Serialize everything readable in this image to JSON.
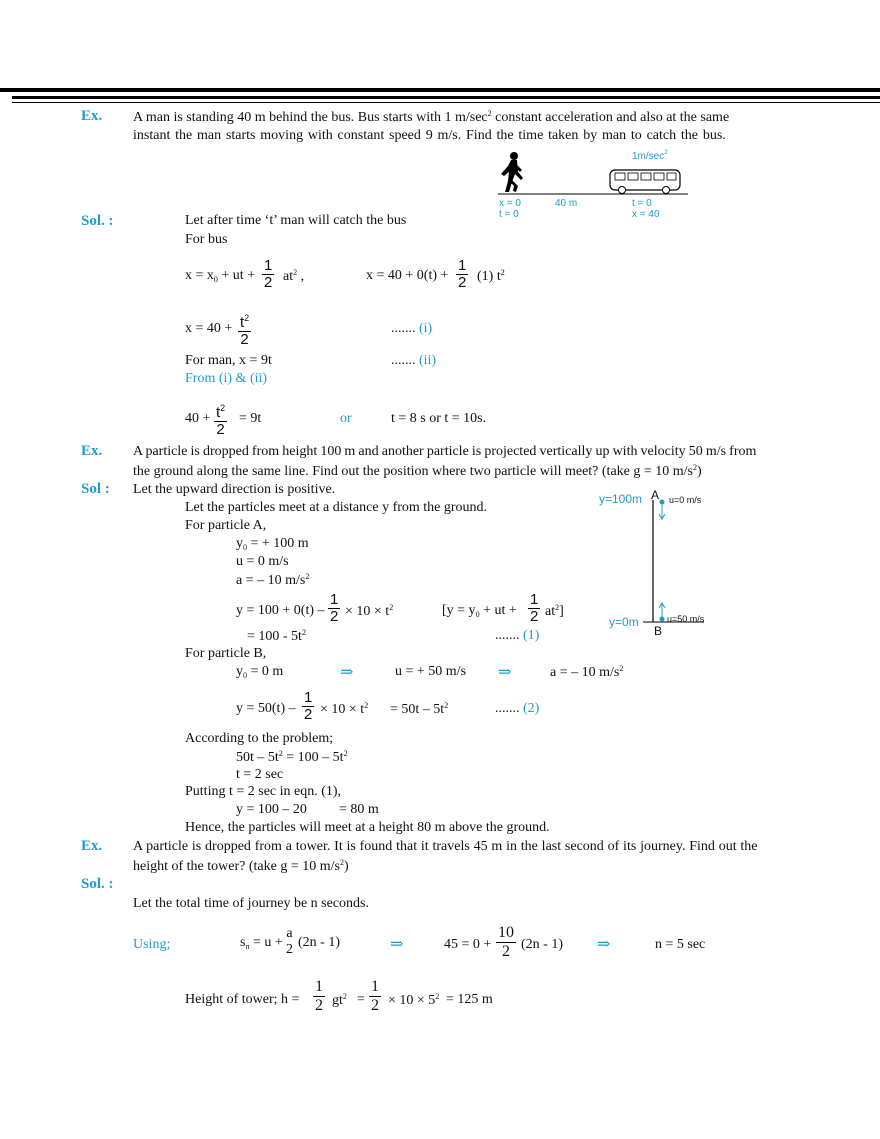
{
  "ex1": {
    "label": "Ex.",
    "line1": "A man is standing 40 m behind the bus. Bus starts with 1 m/sec",
    "line1_sup": "2",
    "line1_tail": " constant acceleration and also at the same",
    "line2": "instant the man starts moving with constant speed 9 m/s. Find the time taken by man to catch the bus.",
    "fig": {
      "accel": "1m/sec",
      "accel_sup": "2",
      "man_x": "x = 0",
      "man_t": "t = 0",
      "gap": "40 m",
      "bus_t": "t = 0",
      "bus_x": "x = 40"
    }
  },
  "sol1": {
    "label": "Sol. :",
    "l1": "Let after time ‘t’ man will catch the bus",
    "l2": "For bus",
    "eq1_a": "x = x",
    "eq1_a_sub": "0",
    "eq1_b": " + ut +",
    "frac_n": "1",
    "frac_d": "2",
    "eq1_c": "at",
    "eq1_c_sup": "2",
    "eq1_d": " ,",
    "eq2_a": "x = 40 + 0(t) +",
    "eq2_b": "(1) t",
    "eq2_sup": "2",
    "eq3_a": "x = 40 +",
    "eq3_frac_n": "t",
    "eq3_frac_sup": "2",
    "eq3_frac_d": "2",
    "eq3_dots": ".......",
    "eq3_ref": "(i)",
    "man_eq": "For man, x = 9t",
    "man_dots": ".......",
    "man_ref": "(ii)",
    "from": "From (i) & (ii)",
    "fin_a": "40 +",
    "fin_b": "= 9t",
    "fin_or": "or",
    "fin_c": "t = 8 s or t = 10s."
  },
  "ex2": {
    "label": "Ex.",
    "line1": "A particle is dropped from height 100 m and another particle is projected vertically up with velocity 50 m/s from",
    "line2": "the ground along the same line. Find out the position where two particle will meet? (take g = 10 m/s",
    "line2_sup": "2",
    "line2_tail": ")",
    "fig": {
      "top_label": "y=100m",
      "point_a": "A",
      "u_a": "u=0 m/s",
      "bottom_label": "y=0m",
      "point_b": "B",
      "u_b": "u=50 m/s"
    }
  },
  "sol2": {
    "label": "Sol :",
    "l1": "Let the upward direction is positive.",
    "l2": "Let the particles meet at a distance y from the ground.",
    "l3": "For particle A,",
    "a_y0": "y",
    "a_y0_sub": "0",
    "a_y0_val": " = + 100 m",
    "a_u": "u = 0 m/s",
    "a_acc": "a = – 10 m/s",
    "a_acc_sup": "2",
    "eqA_a": "y = 100 + 0(t) –",
    "eqA_b": "× 10 × t",
    "eqA_sup": "2",
    "eqA_br_a": "[y = y",
    "eqA_br_sub": "0",
    "eqA_br_b": " + ut +",
    "eqA_br_c": "at",
    "eqA_br_sup": "2",
    "eqA_br_d": "]",
    "eqA2": "= 100 - 5t",
    "eqA2_sup": "2",
    "eqA2_dots": ".......",
    "eqA2_ref": "(1)",
    "l4": "For particle B,",
    "b_y0": "y",
    "b_y0_sub": "0",
    "b_y0_val": " = 0 m",
    "arrow": "⇒",
    "b_u": "u = + 50 m/s",
    "b_acc": "a = – 10 m/s",
    "b_acc_sup": "2",
    "eqB_a": "y = 50(t) –",
    "eqB_b": "× 10 × t",
    "eqB_sup": "2",
    "eqB_c": "= 50t – 5t",
    "eqB_c_sup": "2",
    "eqB_dots": ".......",
    "eqB_ref": "(2)",
    "l5": "According to the problem;",
    "p1_a": "50t – 5t",
    "p1_b": " = 100 – 5t",
    "p2": "t = 2 sec",
    "l6": "Putting t = 2 sec in eqn. (1),",
    "p3_a": "y = 100 – 20",
    "p3_b": "= 80 m",
    "l7": "Hence, the particles will meet at a height 80 m above the ground."
  },
  "ex3": {
    "label": "Ex.",
    "line1": "A particle is dropped from a tower. It is found that it travels 45 m in the last second of its journey. Find out the",
    "line2": "height of the tower? (take g = 10 m/s",
    "line2_sup": "2",
    "line2_tail": ")"
  },
  "sol3": {
    "label": "Sol. :",
    "l1": "Let the total time of journey be n seconds.",
    "using": "Using;",
    "s_a": "s",
    "s_sub": "n",
    "s_b": " = u +",
    "s_frac_n": "a",
    "s_frac_d": "2",
    "s_c": "(2n - 1)",
    "arrow": "⇒",
    "e2_a": "45 = 0 +",
    "e2_frac_n": "10",
    "e2_frac_d": "2",
    "e2_b": "(2n - 1)",
    "e3": "n = 5 sec",
    "h_a": "Height of tower;  h =",
    "h_b": "gt",
    "h_b_sup": "2",
    "h_c": "=",
    "h_d": "× 10 × 5",
    "h_d_sup": "2",
    "h_e": "= 125 m"
  }
}
